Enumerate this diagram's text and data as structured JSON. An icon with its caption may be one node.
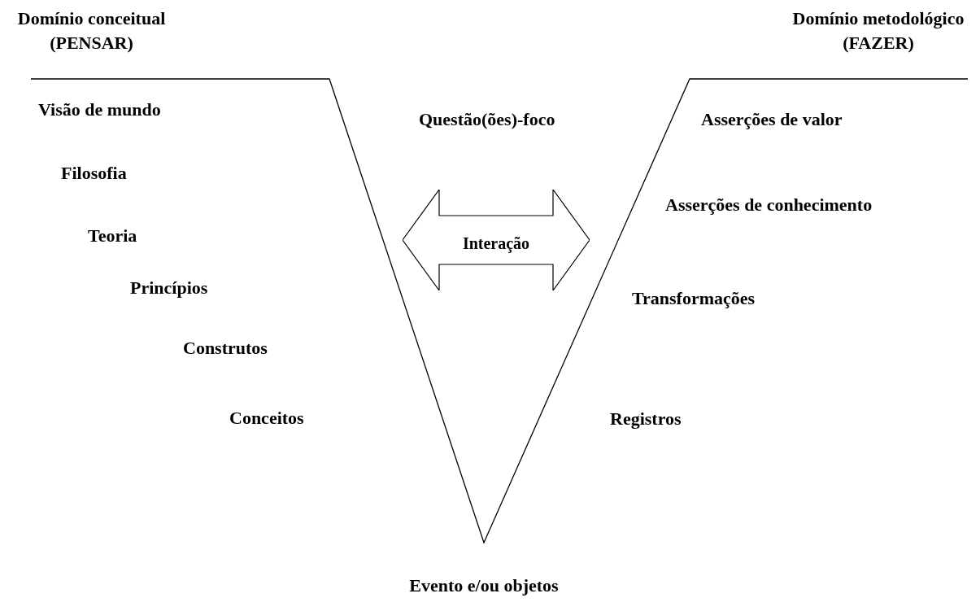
{
  "diagram": {
    "nodes": [
      {
        "text": [
          "Interação"
        ]
      }
    ],
    "edges": [],
    "labels": [
      "Domínio conceitual (PENSAR)",
      "Domínio metodológico (FAZER)",
      "Visão de mundo",
      "Questão(ões)-foco",
      "Asserções de valor",
      "Filosofia",
      "Asserções de conhecimento",
      "Teoria",
      "Princípios",
      "Transformações",
      "Construtos",
      "Conceitos",
      "Registros",
      "Evento e/ou objetos"
    ]
  }
}
